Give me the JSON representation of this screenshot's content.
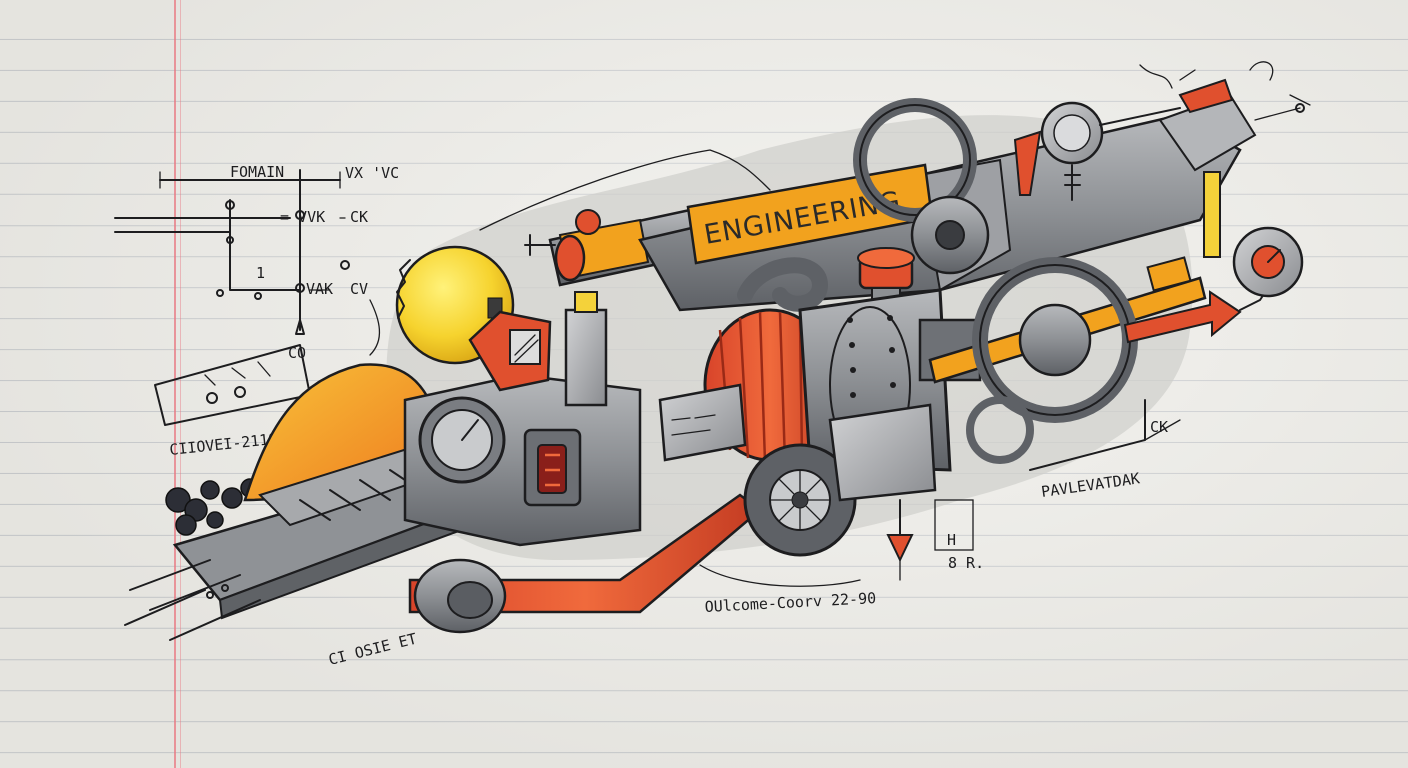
{
  "banner": {
    "text": "ENGINEERING"
  },
  "schematic": {
    "top_label": "FOMAIN",
    "corner_label": "VX 'VC",
    "row1_label": "= VVK",
    "row1_side": "CK",
    "row2_label": "VAK",
    "row2_side": "CV",
    "number": "1",
    "bottom_label": "CO"
  },
  "notes": {
    "left_caption": "CIIOVEI-2110",
    "bottom_left": "CI OSIE ET",
    "bottom_center": "OUlcome-Coorv 22-90",
    "right_caption": "PAVLEVATDAK",
    "right_tag": "CK",
    "small_box": "H",
    "small_text": "8 R."
  },
  "colors": {
    "accent_orange": "#f2a21e",
    "accent_red": "#e0502e",
    "accent_yellow": "#f4d23a",
    "metal_gray": "#8d9094",
    "ink": "#1d1d1f",
    "paper": "#eeede8",
    "margin_line": "#e8787f"
  }
}
